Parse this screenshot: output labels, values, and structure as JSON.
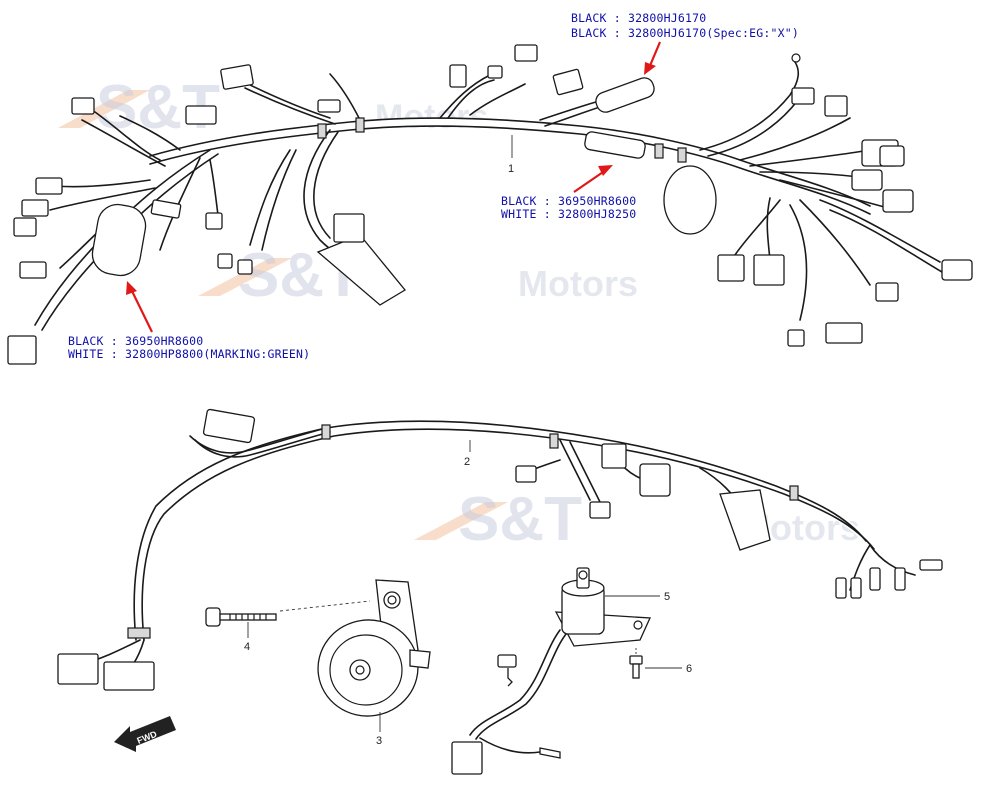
{
  "watermark": {
    "logo_text": "S&T",
    "brand_text": "Motors"
  },
  "notes": {
    "top_right": [
      "BLACK : 32800HJ6170",
      "BLACK : 32800HJ6170(Spec:EG:\"X\")"
    ],
    "middle_right": [
      "BLACK : 36950HR8600",
      "WHITE : 32800HJ8250"
    ],
    "bottom_left": [
      "BLACK : 36950HR8600",
      "WHITE : 32800HP8800(MARKING:GREEN)"
    ]
  },
  "callouts": {
    "harness_1": "1",
    "harness_2": "2",
    "horn": "3",
    "bolt": "4",
    "ignition_switch": "5",
    "screw": "6"
  },
  "direction_label": "FWD",
  "icons": {
    "arrow": "red-arrow-icon",
    "fwd": "fwd-arrow-icon"
  },
  "colors": {
    "note_text": "#1010a8",
    "arrow": "#e01818",
    "watermark": "#c9cde0"
  }
}
